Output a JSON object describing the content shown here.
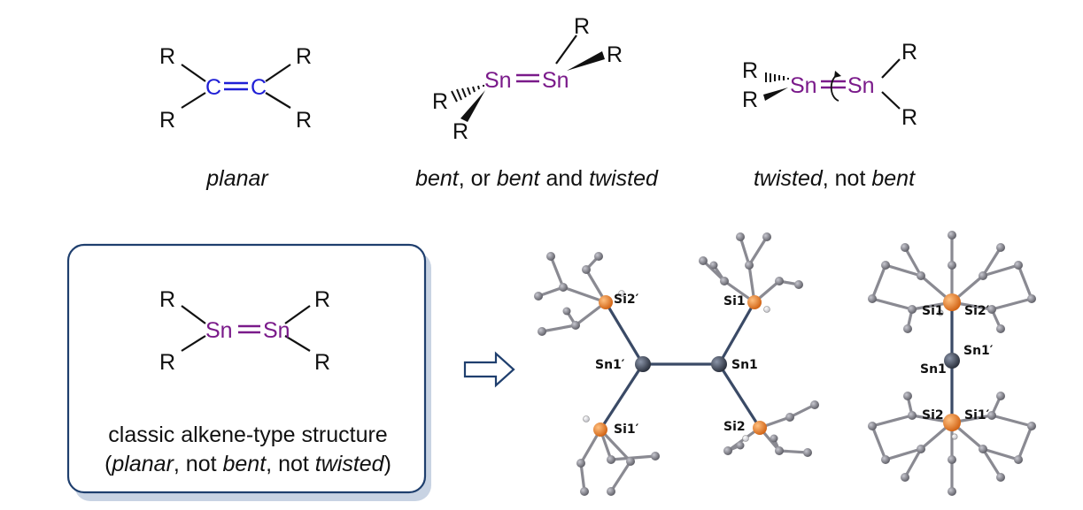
{
  "colors": {
    "carbon": "#1f1fd6",
    "tin": "#7a1a8a",
    "box_border": "#1f3f6e",
    "box_shadow": "#c8d3e3",
    "arrow": "#1f3f6e",
    "sn_atom": "#3a4252",
    "si_atom": "#ee7d22",
    "c_atom": "#8a8a92",
    "h_atom": "#e8e8ee"
  },
  "substituent": "R",
  "structures": {
    "planar": {
      "left_atom": "C",
      "right_atom": "C",
      "caption": [
        {
          "text": "planar",
          "italic": true
        }
      ]
    },
    "bent": {
      "left_atom": "Sn",
      "right_atom": "Sn",
      "caption": [
        {
          "text": "bent",
          "italic": true
        },
        {
          "text": ", or ",
          "italic": false
        },
        {
          "text": "bent",
          "italic": true
        },
        {
          "text": " and ",
          "italic": false
        },
        {
          "text": "twisted",
          "italic": true
        }
      ]
    },
    "twisted": {
      "left_atom": "Sn",
      "right_atom": "Sn",
      "caption": [
        {
          "text": "twisted",
          "italic": true
        },
        {
          "text": ", not ",
          "italic": false
        },
        {
          "text": "bent",
          "italic": true
        }
      ]
    },
    "classic": {
      "left_atom": "Sn",
      "right_atom": "Sn",
      "caption_line1": "classic alkene-type structure",
      "caption_line2": [
        {
          "text": "(",
          "italic": false
        },
        {
          "text": "planar",
          "italic": true
        },
        {
          "text": ", not ",
          "italic": false
        },
        {
          "text": "bent",
          "italic": true
        },
        {
          "text": ", not ",
          "italic": false
        },
        {
          "text": "twisted",
          "italic": true
        },
        {
          "text": ")",
          "italic": false
        }
      ]
    }
  },
  "crystal_side_view": {
    "labels": {
      "si2p": "Si2′",
      "si1": "Si1",
      "sn1p": "Sn1′",
      "sn1": "Sn1",
      "si1p": "Si1′",
      "si2": "Si2"
    }
  },
  "crystal_end_view": {
    "labels": {
      "si1": "Si1",
      "si2p": "Si2′",
      "sn1p": "Sn1′",
      "sn1": "Sn1",
      "si2": "Si2",
      "si1p": "Si1′"
    }
  }
}
